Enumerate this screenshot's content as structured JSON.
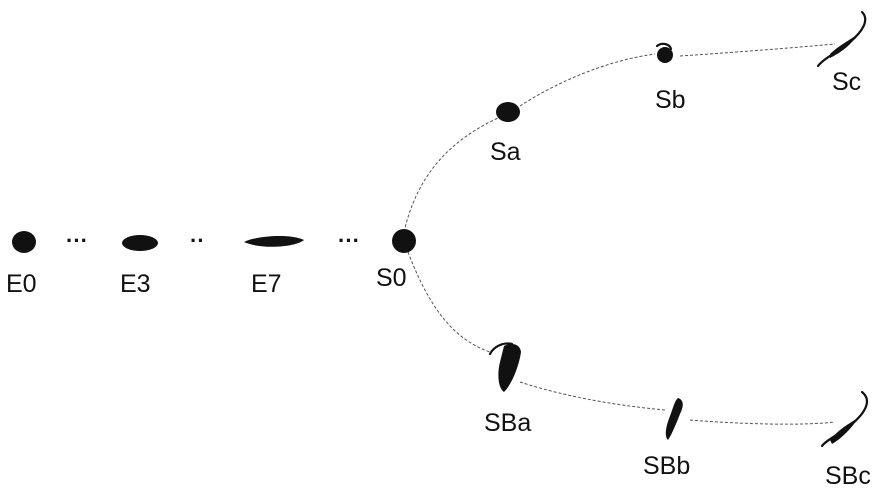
{
  "colors": {
    "background": "#ffffff",
    "ink": "#111111",
    "connector": "#555555"
  },
  "nodes": {
    "e0": "E0",
    "e3": "E3",
    "e7": "E7",
    "s0": "S0",
    "sa": "Sa",
    "sb": "Sb",
    "sc": "Sc",
    "sba": "SBa",
    "sbb": "SBb",
    "sbc": "SBc"
  },
  "ellipses": {
    "e0_e3": "···",
    "e3_e7": "··",
    "e7_s0": "···"
  }
}
